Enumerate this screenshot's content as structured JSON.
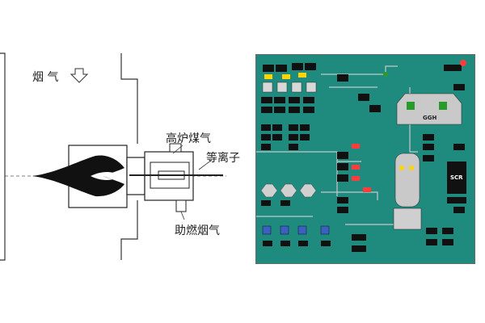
{
  "burner": {
    "flue_gas_label": "烟 气",
    "blast_furnace_gas_label": "高炉煤气",
    "plasma_label": "等离子",
    "combustion_air_label": "助燃烟气"
  },
  "scada": {
    "ggh_label": "GGH",
    "scr_label": "SCR",
    "colors": {
      "panel": "#1f8a7e",
      "readout": "#111111",
      "value_green": "#9aff6a",
      "value_red": "#ff3b3b",
      "highlight_yellow": "#ffd400",
      "pipe": "#c8c8c8",
      "tank": "#d0d0d0",
      "vessel": "#c9c9c9"
    }
  }
}
